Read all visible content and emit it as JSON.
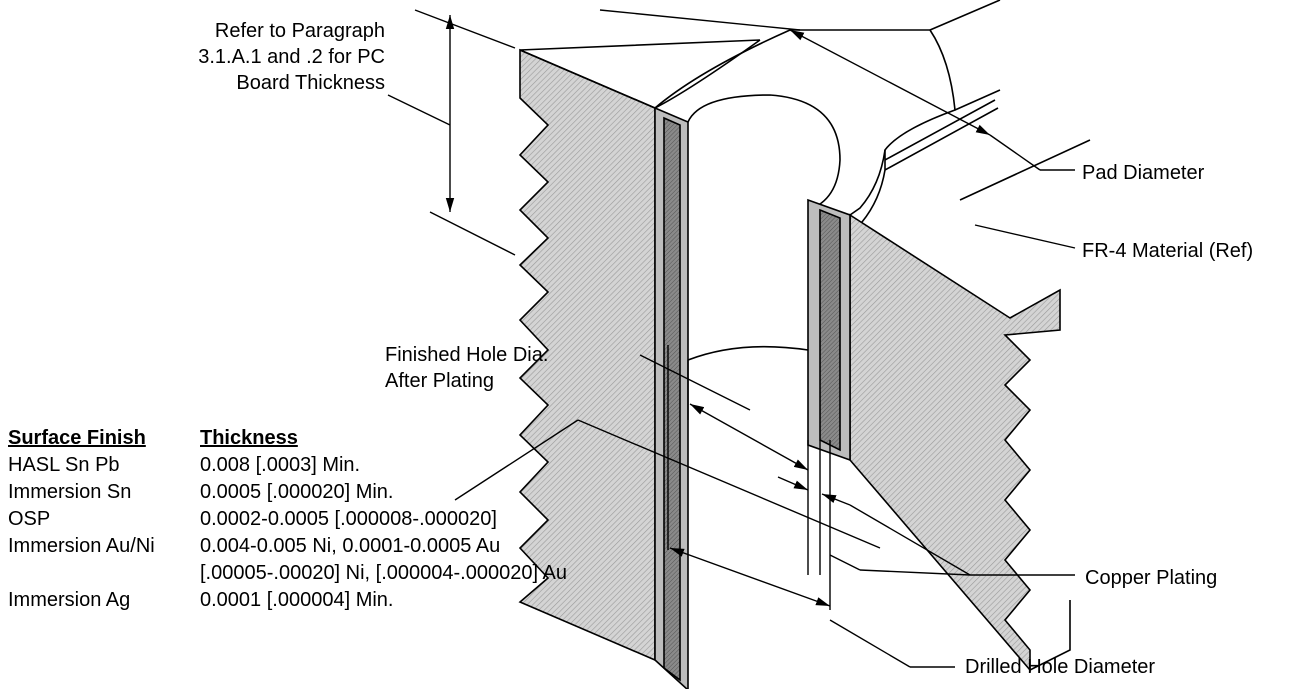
{
  "labels": {
    "board_thickness": [
      "Refer to Paragraph",
      "3.1.A.1 and .2 for PC",
      "Board Thickness"
    ],
    "pad_diameter": "Pad Diameter",
    "fr4": "FR-4 Material (Ref)",
    "finished_hole": [
      "Finished Hole Dia.",
      "After Plating"
    ],
    "copper_plating": "Copper Plating",
    "drilled_hole": "Drilled Hole Diameter"
  },
  "finish_table": {
    "headers": [
      "Surface Finish",
      "Thickness"
    ],
    "rows": [
      [
        "HASL Sn Pb",
        "0.008 [.0003] Min."
      ],
      [
        "Immersion Sn",
        "0.0005 [.000020] Min."
      ],
      [
        "OSP",
        "0.0002-0.0005 [.000008-.000020]"
      ],
      [
        "Immersion Au/Ni",
        "0.004-0.005 Ni, 0.0001-0.0005 Au"
      ],
      [
        "",
        "[.00005-.00020] Ni, [.000004-.000020] Au"
      ],
      [
        "Immersion Ag",
        "0.0001 [.000004] Min."
      ]
    ]
  },
  "colors": {
    "line": "#000000",
    "board_fill": "#c8c8c8",
    "plating_light": "#b4b4b4",
    "plating_dark": "#707070"
  }
}
